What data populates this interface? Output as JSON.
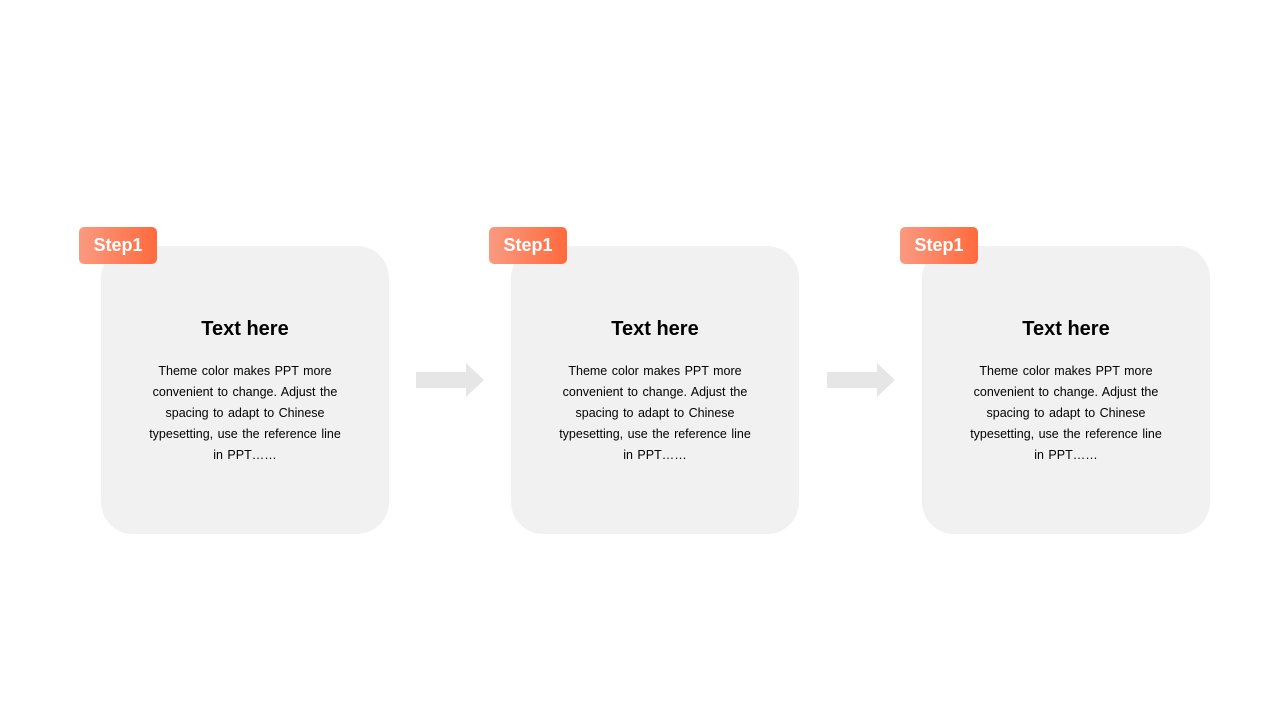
{
  "steps": [
    {
      "badge": "Step1",
      "title": "Text here",
      "body": "Theme color makes PPT more convenient to change. Adjust the spacing to adapt to Chinese typesetting, use the reference line in PPT……"
    },
    {
      "badge": "Step1",
      "title": "Text here",
      "body": "Theme color makes PPT more convenient to change. Adjust the spacing to adapt to Chinese typesetting, use the reference line in PPT……"
    },
    {
      "badge": "Step1",
      "title": "Text here",
      "body": "Theme color makes PPT more convenient to change. Adjust the spacing to adapt to Chinese typesetting, use the reference line in PPT……"
    }
  ],
  "colors": {
    "badge_gradient_start": "#fa9a80",
    "badge_gradient_end": "#ff6a3d",
    "card_background": "#f1f1f1",
    "arrow": "#e6e6e6"
  },
  "icons": {
    "connector": "right-arrow-icon"
  }
}
